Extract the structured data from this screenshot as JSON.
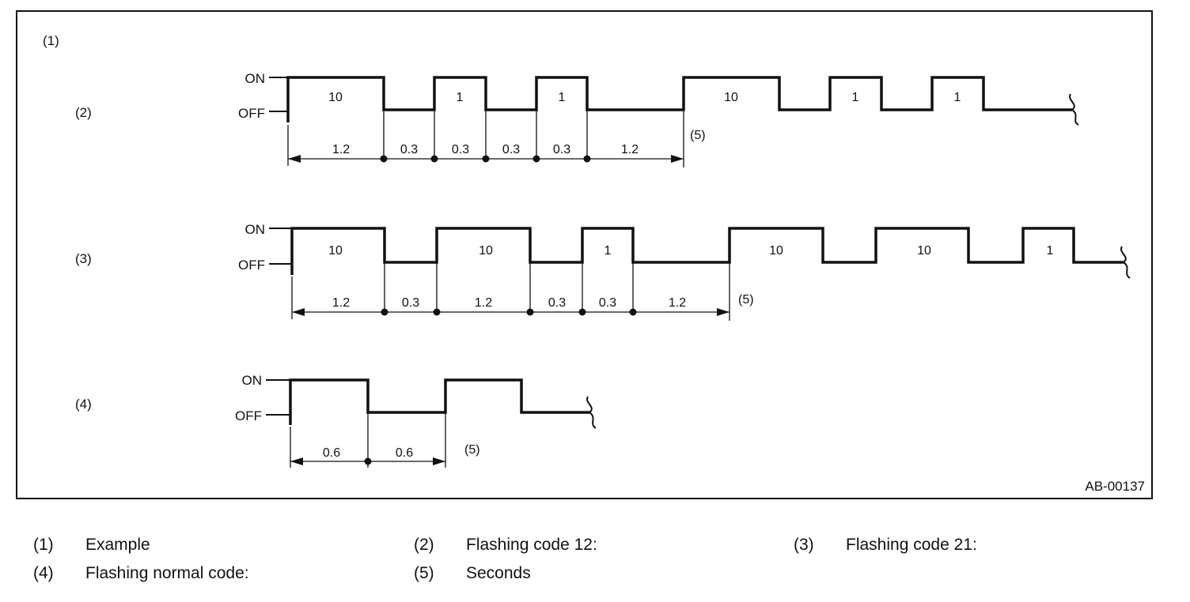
{
  "diagram": {
    "example_label": "(1)",
    "figure_id": "AB-00137",
    "seconds_marker": "(5)",
    "on_label": "ON",
    "off_label": "OFF",
    "rows": [
      {
        "label": "(2)",
        "pulses": [
          "10",
          "1",
          "1",
          "10",
          "1",
          "1"
        ],
        "durations": [
          "1.2",
          "0.3",
          "0.3",
          "0.3",
          "0.3",
          "1.2"
        ]
      },
      {
        "label": "(3)",
        "pulses": [
          "10",
          "10",
          "1",
          "10",
          "10",
          "1"
        ],
        "durations": [
          "1.2",
          "0.3",
          "1.2",
          "0.3",
          "0.3",
          "1.2"
        ]
      },
      {
        "label": "(4)",
        "pulses": [],
        "durations": [
          "0.6",
          "0.6"
        ]
      }
    ]
  },
  "legend": [
    {
      "num": "(1)",
      "text": "Example"
    },
    {
      "num": "(2)",
      "text": "Flashing code 12:"
    },
    {
      "num": "(3)",
      "text": "Flashing code 21:"
    },
    {
      "num": "(4)",
      "text": "Flashing normal code:"
    },
    {
      "num": "(5)",
      "text": "Seconds"
    }
  ]
}
